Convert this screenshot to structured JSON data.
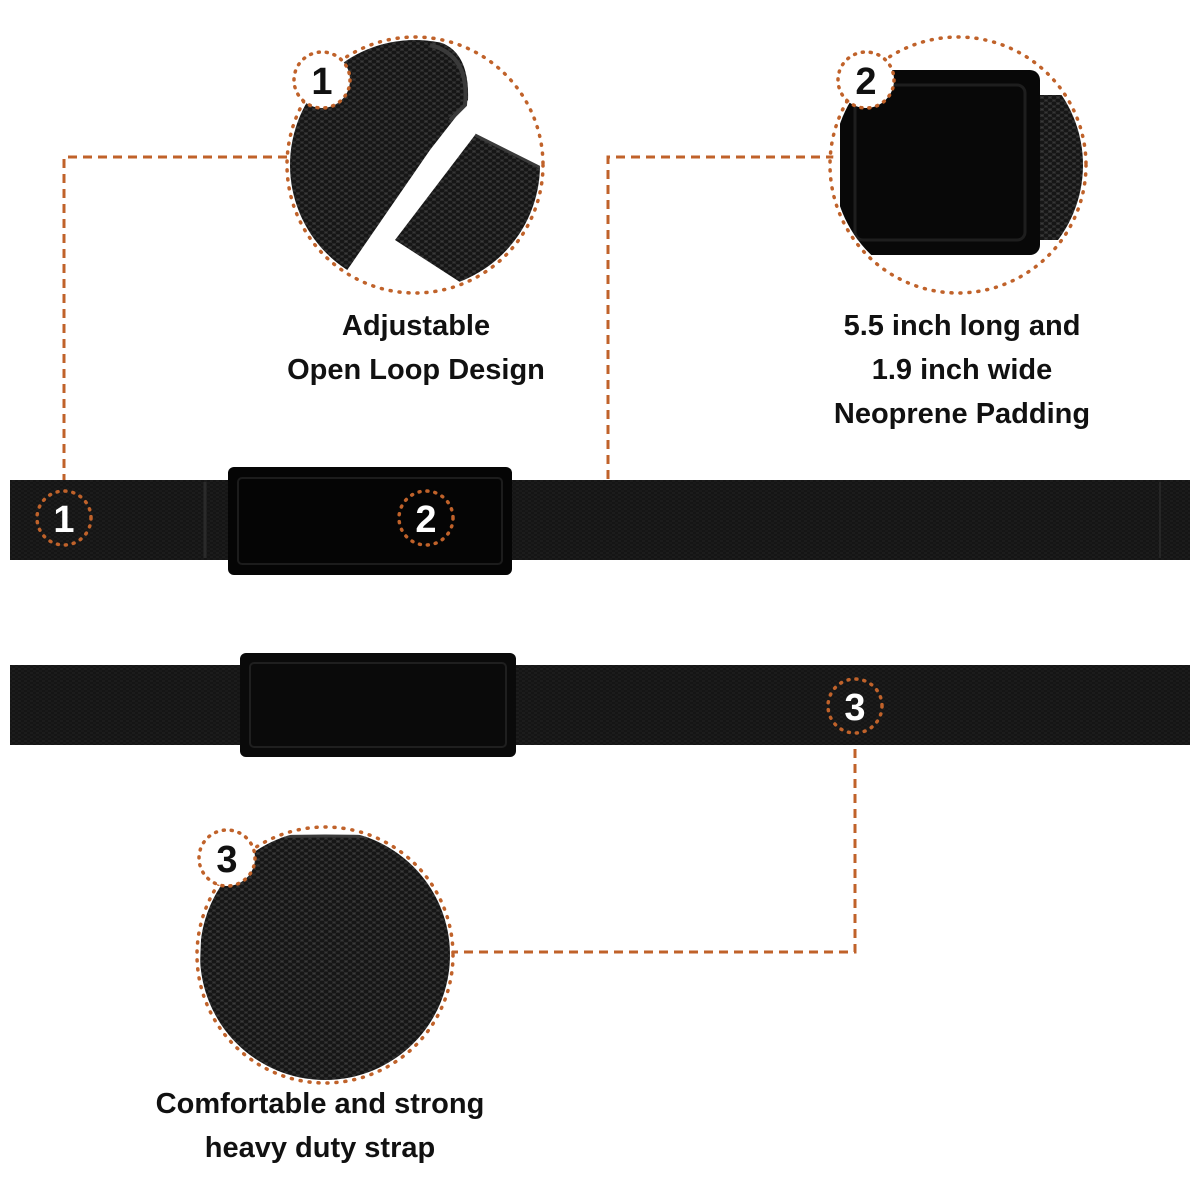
{
  "features": [
    {
      "number": "1",
      "caption": [
        "Adjustable",
        "Open Loop Design"
      ]
    },
    {
      "number": "2",
      "caption": [
        "5.5 inch long and",
        "1.9 inch wide",
        "Neoprene Padding"
      ]
    },
    {
      "number": "3",
      "caption": [
        "Comfortable and strong",
        "heavy duty strap"
      ]
    }
  ],
  "colors": {
    "accent": "#c0622a",
    "strap": "#141414",
    "pad": "#050505",
    "text": "#111111",
    "background": "#ffffff"
  }
}
